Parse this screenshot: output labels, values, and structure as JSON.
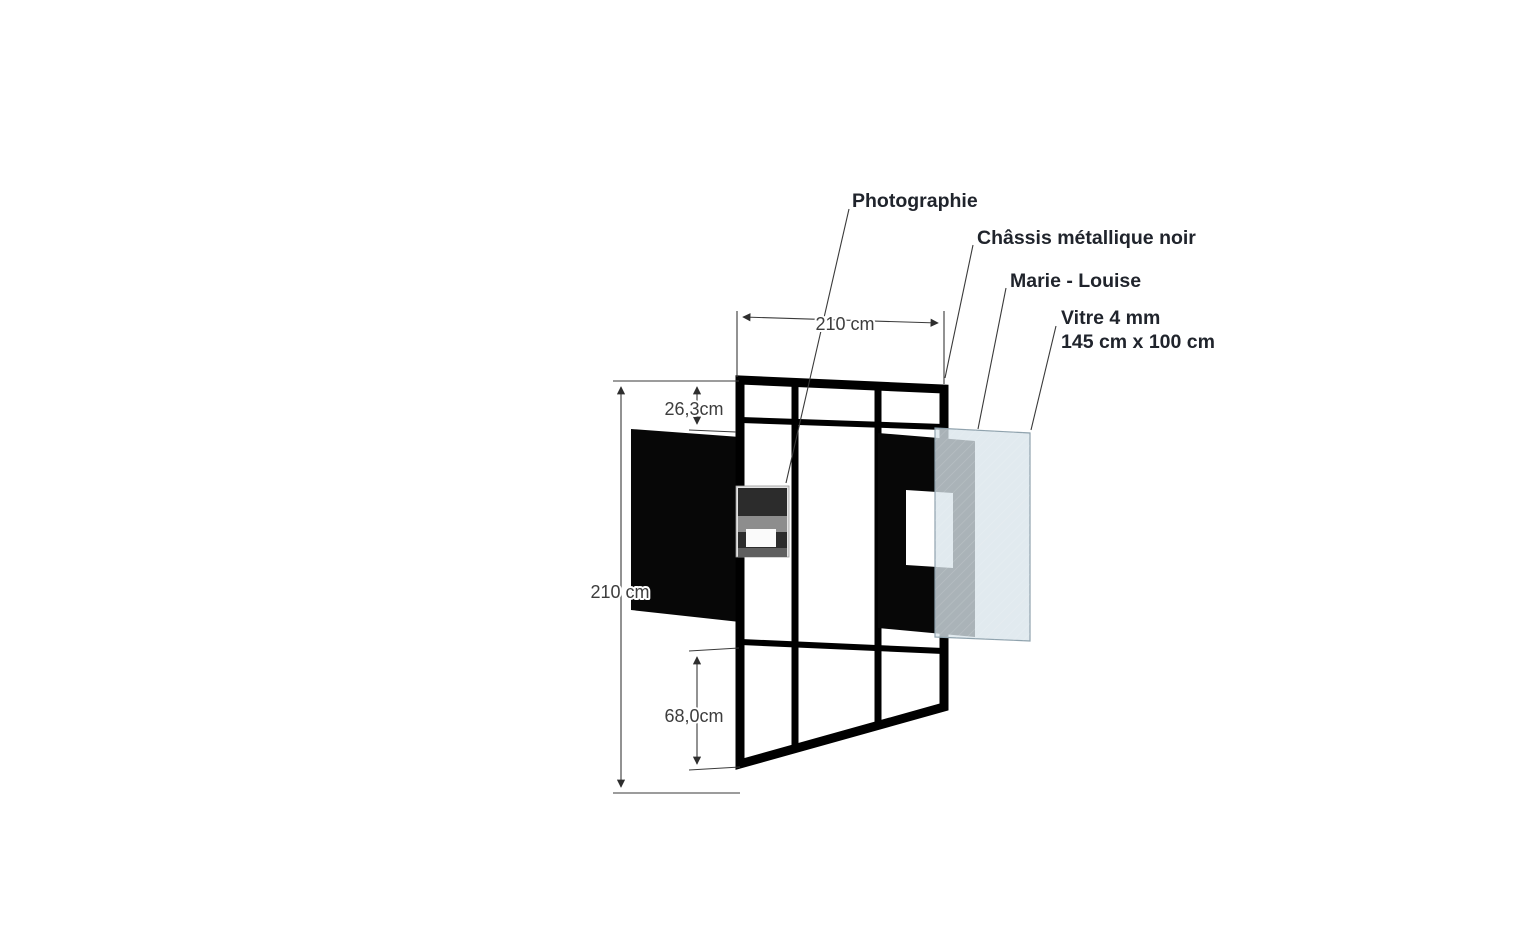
{
  "diagram": {
    "callouts": {
      "photographie": "Photographie",
      "chassis": "Châssis métallique noir",
      "marie_louise": "Marie - Louise",
      "vitre_line1": "Vitre 4 mm",
      "vitre_line2": "145 cm x 100 cm"
    },
    "dimensions": {
      "top_width": "210 cm",
      "top_offset": "26,3cm",
      "left_height": "210 cm",
      "bottom_offset": "68,0cm"
    },
    "colors": {
      "frame_black": "#000000",
      "panel_black": "#070707",
      "glass_blue": "#d8e4eb",
      "glass_edge": "#8fa2ad",
      "label_color": "#20242c",
      "dimension_color": "#3d3d3d"
    }
  }
}
